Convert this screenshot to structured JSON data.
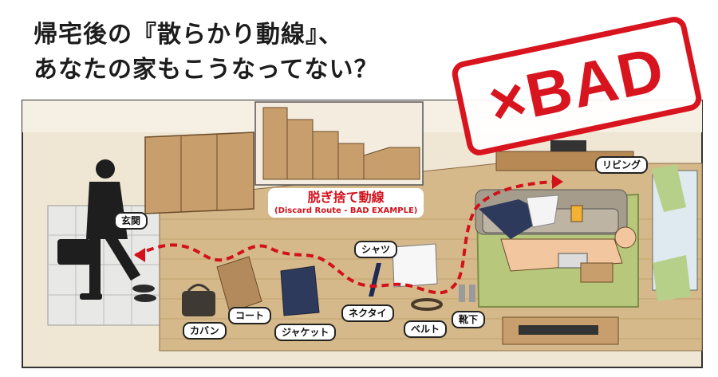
{
  "title": {
    "line1": "帰宅後の『散らかり動線』、",
    "line2": "あなたの家もこうなってない？"
  },
  "stamp": {
    "text": "×BAD",
    "color": "#d8141f"
  },
  "route": {
    "title": "脱ぎ捨て動線",
    "subtitle": "(Discard Route - BAD EXAMPLE)",
    "color": "#d2111c"
  },
  "labels": {
    "entrance": "玄関",
    "bag": "カバン",
    "coat": "コート",
    "jacket": "ジャケット",
    "necktie": "ネクタイ",
    "shirt": "シャツ",
    "belt": "ベルト",
    "socks": "靴下",
    "living": "リビング"
  },
  "colors": {
    "floor": "#d6b98a",
    "wall": "#f3ecdf",
    "rug": "#b7c77c",
    "stairs": "#c89f6c"
  }
}
